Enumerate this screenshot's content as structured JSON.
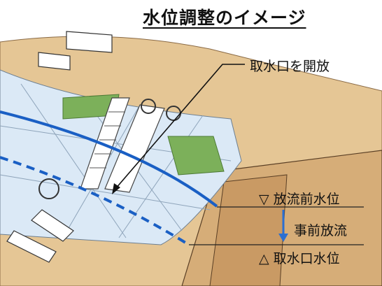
{
  "title": "水位調整のイメージ",
  "labels": {
    "intake_open": "取水口を開放",
    "level_before": "▽ 放流前水位",
    "pre_release": "事前放流",
    "level_intake": "△ 取水口水位"
  },
  "colors": {
    "water_line": "#1a5fc4",
    "arrow": "#2b6fd1",
    "grass": "#7cb05a",
    "earth": "#e5c695",
    "water": "#dbe9f6"
  }
}
